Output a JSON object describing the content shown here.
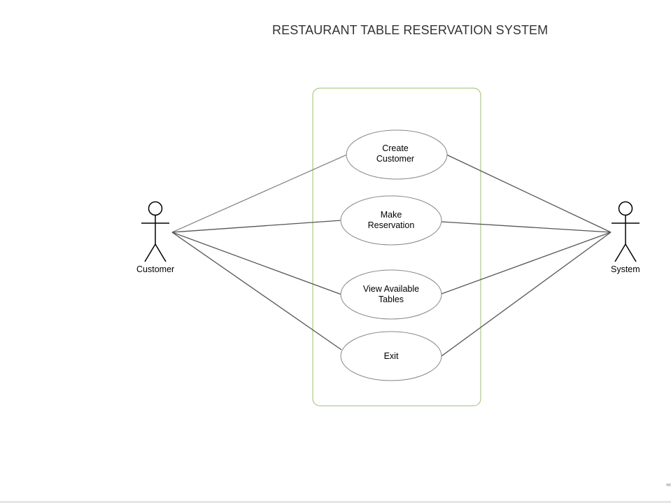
{
  "diagram": {
    "title": "RESTAURANT TABLE RESERVATION SYSTEM",
    "actors": [
      {
        "id": "customer",
        "label": "Customer"
      },
      {
        "id": "system",
        "label": "System"
      }
    ],
    "use_cases": [
      {
        "id": "create_customer",
        "line1": "Create",
        "line2": "Customer"
      },
      {
        "id": "make_reservation",
        "line1": "Make",
        "line2": "Reservation"
      },
      {
        "id": "view_tables",
        "line1": "View Available",
        "line2": "Tables"
      },
      {
        "id": "exit",
        "line1": "Exit",
        "line2": ""
      }
    ],
    "associations": [
      [
        "customer",
        "create_customer"
      ],
      [
        "customer",
        "make_reservation"
      ],
      [
        "customer",
        "view_tables"
      ],
      [
        "customer",
        "exit"
      ],
      [
        "system",
        "create_customer"
      ],
      [
        "system",
        "make_reservation"
      ],
      [
        "system",
        "view_tables"
      ],
      [
        "system",
        "exit"
      ]
    ],
    "colors": {
      "boundary": "#97c16e",
      "line": "#555555",
      "ellipse_stroke": "#888888",
      "title": "#333333"
    }
  }
}
